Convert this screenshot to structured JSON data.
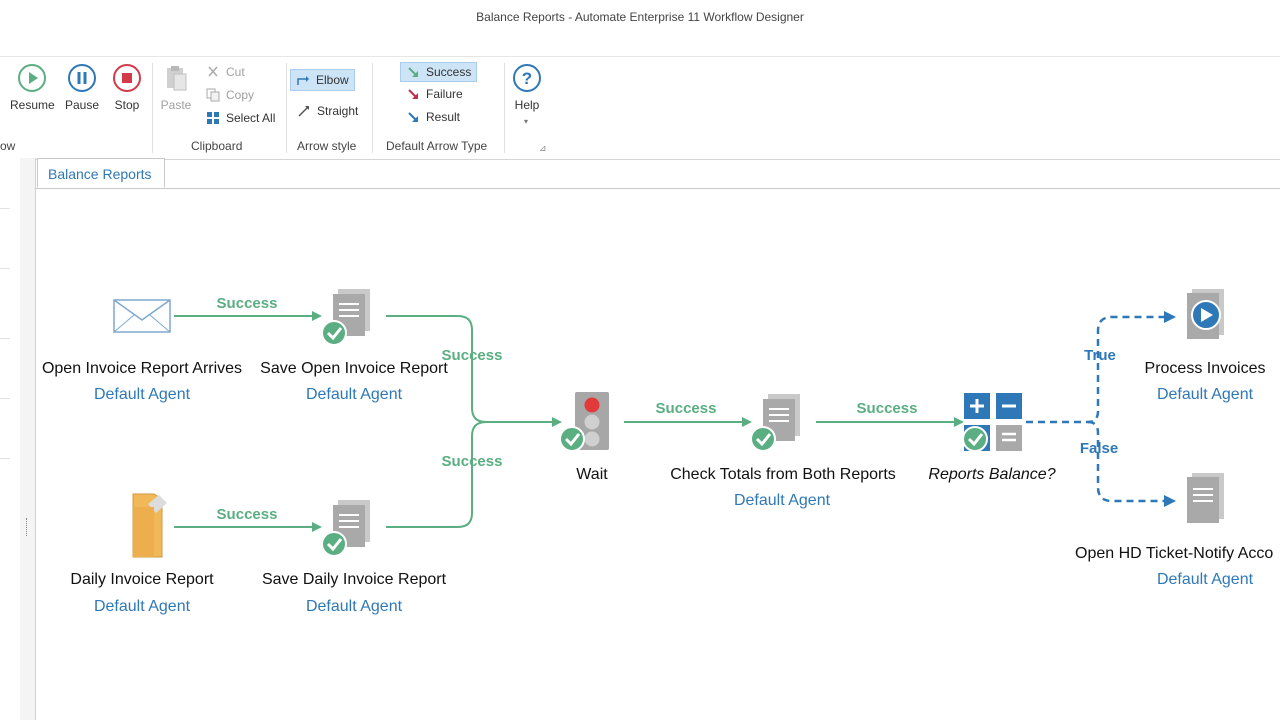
{
  "window": {
    "title": "Balance Reports - Automate Enterprise 11 Workflow Designer"
  },
  "ribbon": {
    "workflow_group_fragment": "ow",
    "resume": "Resume",
    "pause": "Pause",
    "stop": "Stop",
    "paste": "Paste",
    "cut": "Cut",
    "copy": "Copy",
    "select_all": "Select All",
    "clipboard_label": "Clipboard",
    "elbow": "Elbow",
    "straight": "Straight",
    "arrow_style_label": "Arrow style",
    "success": "Success",
    "failure": "Failure",
    "result": "Result",
    "default_arrow_type_label": "Default Arrow Type",
    "help": "Help"
  },
  "doc_tab": "Balance Reports",
  "nodes": {
    "open_invoice": {
      "label": "Open Invoice Report Arrives",
      "agent": "Default Agent"
    },
    "save_open": {
      "label": "Save Open Invoice Report",
      "agent": "Default Agent"
    },
    "daily_invoice": {
      "label": "Daily Invoice Report",
      "agent": "Default Agent"
    },
    "save_daily": {
      "label": "Save Daily Invoice Report",
      "agent": "Default Agent"
    },
    "wait": {
      "label": "Wait"
    },
    "check_totals": {
      "label": "Check Totals from Both Reports",
      "agent": "Default Agent"
    },
    "reports_balance": {
      "label": "Reports Balance?"
    },
    "process_invoices": {
      "label": "Process Invoices",
      "agent": "Default Agent"
    },
    "open_hd_ticket": {
      "label": "Open HD Ticket-Notify Acco",
      "agent": "Default Agent"
    }
  },
  "edges": {
    "e1": "Success",
    "e2": "Success",
    "e3": "Success",
    "e4": "Success",
    "e5": "Success",
    "e6": "Success",
    "true_label": "True",
    "false_label": "False"
  },
  "colors": {
    "success_green": "#5aae82",
    "accent_blue": "#2f78b7",
    "stop_red": "#d23a4a"
  }
}
